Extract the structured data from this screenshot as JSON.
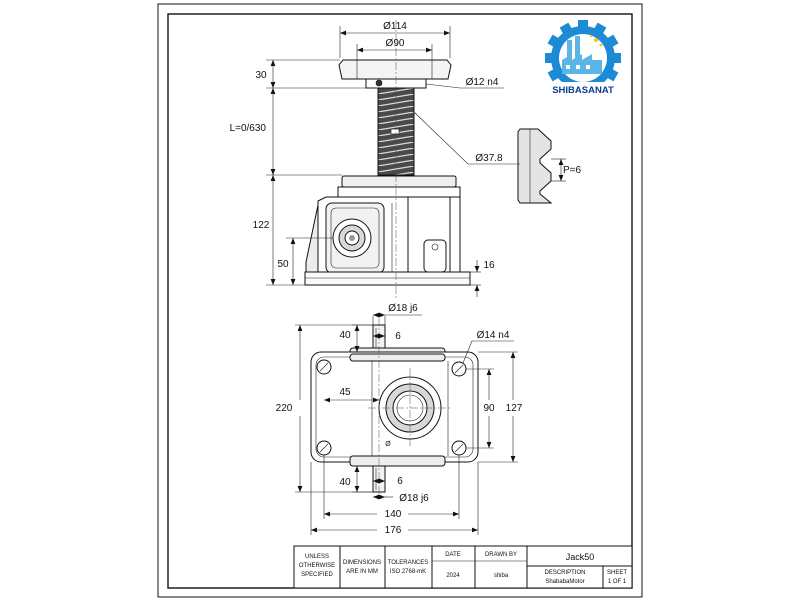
{
  "logo": {
    "name": "SHIBASANAT",
    "colors": {
      "gear": "#1d8ad6",
      "text": "#0b3d91",
      "factory": "#5bb5e8",
      "accent": "#f5c518"
    }
  },
  "elevation_view": {
    "top_plate_outer_dia": "Ø114",
    "top_plate_inner_dia": "Ø90",
    "top_plate_height": "30",
    "pin_dia": "Ø12 n4",
    "stroke_length": "L=0/630",
    "screw_dia": "Ø37.8",
    "thread_pitch": "P=6",
    "body_height": "122",
    "worm_axis_height": "50",
    "base_thickness": "16"
  },
  "plan_view": {
    "top_shaft_dia": "Ø18 j6",
    "top_shaft_length": "40",
    "top_key_width": "6",
    "mount_hole_dia": "Ø14 n4",
    "shaft_offset": "45",
    "overall_length": "220",
    "hole_spacing_y": "90",
    "base_width_y": "127",
    "bottom_shaft_length": "40",
    "bottom_key_width": "6",
    "bottom_shaft_dia": "Ø18 j6",
    "hole_spacing_x": "140",
    "base_width_x": "176",
    "bore_mark": "Ø"
  },
  "title_block": {
    "general_note": [
      "UNLESS",
      "OTHERWISE",
      "SPECIFIED"
    ],
    "units_note": [
      "DIMENSIONS",
      "ARE IN MM"
    ],
    "tolerance_note": [
      "TOLERANCES",
      "ISO 2768-mK"
    ],
    "date_label": "DATE",
    "date": "2024",
    "drawn_by_label": "DRAWN BY",
    "drawn_by": "shiba",
    "part_name": "Jack50",
    "description_label": "DESCRIPTION",
    "description": "ShababaMotor",
    "sheet_label": "SHEET",
    "sheet": "1 OF 1"
  }
}
